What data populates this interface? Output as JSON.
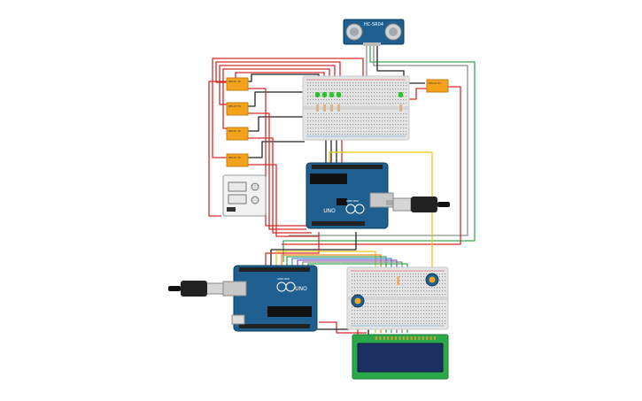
{
  "sensor": {
    "label": "HC-SR04"
  },
  "arduino_top": {
    "board_label": "UNO",
    "brand_label": "ARDUINO"
  },
  "arduino_bottom": {
    "board_label": "UNO",
    "brand_label": "ARDUINO"
  },
  "relays": [
    {
      "label": "RELAY 5V"
    },
    {
      "label": "RELAY 5V"
    },
    {
      "label": "RELAY 5V"
    },
    {
      "label": "RELAY 5V"
    },
    {
      "label": "RELAY 5V"
    }
  ],
  "colors": {
    "board_blue": "#1f5f8f",
    "breadboard": "#e4e4e4",
    "relay_orange": "#f4a21b",
    "led_green": "#2fbf2f",
    "lcd_green": "#2aa84a",
    "lcd_screen": "#1c2f63",
    "wire_red": "#d62b2b",
    "wire_black": "#222222",
    "wire_green": "#3aa655",
    "wire_yellow": "#e6c51c",
    "wire_orange": "#f08c1e",
    "wire_blue": "#4b8fd6",
    "wire_gray": "#8c8c8c",
    "wire_purple": "#8e5bc7"
  }
}
